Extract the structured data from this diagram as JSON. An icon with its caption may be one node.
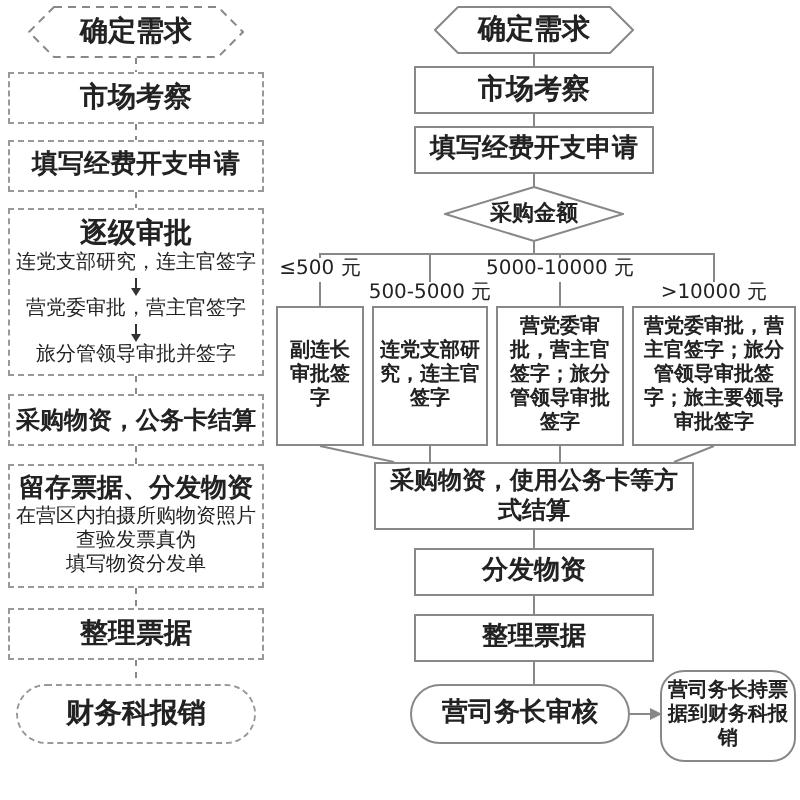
{
  "diagram": {
    "nodes": [
      {
        "text": [
          "确定需求"
        ]
      },
      {
        "text": [
          "市场考察"
        ]
      },
      {
        "text": [
          "填写经费开支申请"
        ]
      },
      {
        "text": [
          "逐级审批",
          "连党支部研究，连主官签字",
          "营党委审批，营主官签字",
          "旅分管领导审批并签字"
        ]
      },
      {
        "text": [
          "采购物资，公务卡结算"
        ]
      },
      {
        "text": [
          "留存票据、分发物资",
          "在营区内拍摄所购物资照片",
          "查验发票真伪",
          "填写物资分发单"
        ]
      },
      {
        "text": [
          "整理票据"
        ]
      },
      {
        "text": [
          "财务科报销"
        ]
      },
      {
        "text": [
          "确定需求"
        ]
      },
      {
        "text": [
          "市场考察"
        ]
      },
      {
        "text": [
          "填写经费开支申请"
        ]
      },
      {
        "text": [
          "采购金额"
        ]
      },
      {
        "text": [
          "副连长审批签字"
        ]
      },
      {
        "text": [
          "连党支部研究，连主官签字"
        ]
      },
      {
        "text": [
          "营党委审批，营主官签字；旅分管领导审批签字"
        ]
      },
      {
        "text": [
          "营党委审批，营主官签字；旅分管领导审批签字；旅主要领导审批签字"
        ]
      },
      {
        "text": [
          "采购物资，使用公务卡等方式结算"
        ]
      },
      {
        "text": [
          "分发物资"
        ]
      },
      {
        "text": [
          "整理票据"
        ]
      },
      {
        "text": [
          "营司务长审核"
        ]
      },
      {
        "text": [
          "营司务长持票据到财务科报销"
        ]
      }
    ],
    "edges": [
      {
        "from": 0,
        "to": 1,
        "arrow": "none",
        "style": "dashed"
      },
      {
        "from": 1,
        "to": 2,
        "arrow": "none",
        "style": "dashed"
      },
      {
        "from": 2,
        "to": 3,
        "arrow": "none",
        "style": "dashed"
      },
      {
        "from": 3,
        "to": 4,
        "arrow": "none",
        "style": "dashed"
      },
      {
        "from": 4,
        "to": 5,
        "arrow": "none",
        "style": "dashed"
      },
      {
        "from": 5,
        "to": 6,
        "arrow": "none",
        "style": "dashed"
      },
      {
        "from": 6,
        "to": 7,
        "arrow": "none",
        "style": "dashed"
      },
      {
        "from": 8,
        "to": 9,
        "arrow": "none"
      },
      {
        "from": 9,
        "to": 10,
        "arrow": "none"
      },
      {
        "from": 10,
        "to": 11,
        "arrow": "none"
      },
      {
        "from": 11,
        "to": 12,
        "arrow": "none",
        "label": "≤500 元"
      },
      {
        "from": 11,
        "to": 13,
        "arrow": "none",
        "label": "500-5000 元"
      },
      {
        "from": 11,
        "to": 14,
        "arrow": "none",
        "label": "5000-10000 元"
      },
      {
        "from": 11,
        "to": 15,
        "arrow": "none",
        "label": ">10000 元"
      },
      {
        "from": 12,
        "to": 16,
        "arrow": "none"
      },
      {
        "from": 13,
        "to": 16,
        "arrow": "none"
      },
      {
        "from": 14,
        "to": 16,
        "arrow": "none"
      },
      {
        "from": 15,
        "to": 16,
        "arrow": "none"
      },
      {
        "from": 16,
        "to": 17,
        "arrow": "none"
      },
      {
        "from": 17,
        "to": 18,
        "arrow": "none"
      },
      {
        "from": 18,
        "to": 19,
        "arrow": "none"
      },
      {
        "from": 19,
        "to": 20,
        "arrow": "to"
      }
    ]
  }
}
